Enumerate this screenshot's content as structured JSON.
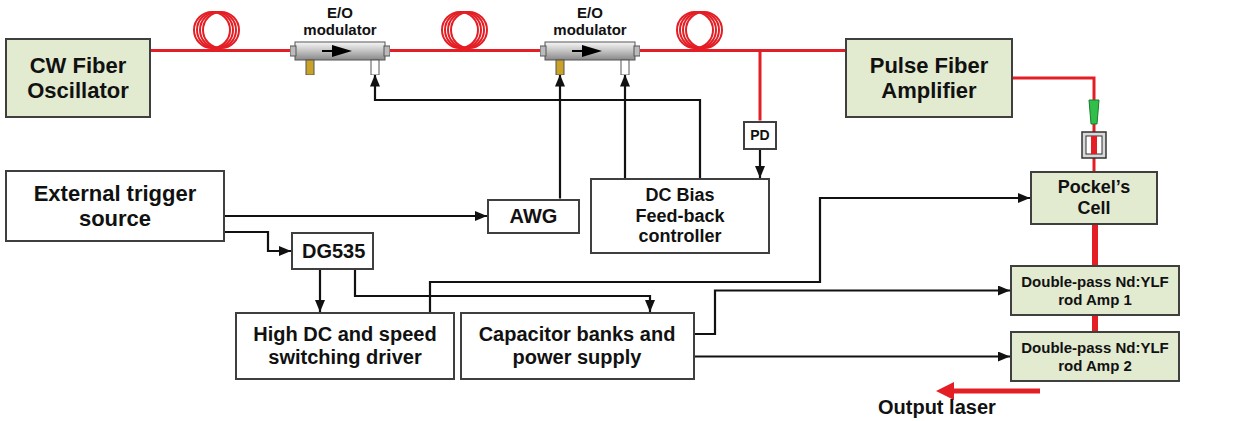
{
  "diagram": {
    "nodes": [
      {
        "text": [
          "CW Fiber Oscillator"
        ]
      },
      {
        "text": [
          "E/O modulator"
        ]
      },
      {
        "text": [
          "E/O modulator"
        ]
      },
      {
        "text": [
          "PD"
        ]
      },
      {
        "text": [
          "Pulse Fiber Amplifier"
        ]
      },
      {
        "text": [
          "External trigger source"
        ]
      },
      {
        "text": [
          "AWG"
        ]
      },
      {
        "text": [
          "DC Bias Feed-back controller"
        ]
      },
      {
        "text": [
          "DG535"
        ]
      },
      {
        "text": [
          "High DC and speed switching driver"
        ]
      },
      {
        "text": [
          "Capacitor banks and power supply"
        ]
      },
      {
        "text": [
          "Pockel’s Cell"
        ]
      },
      {
        "text": [
          "Double-pass Nd:YLF rod Amp 1"
        ]
      },
      {
        "text": [
          "Double-pass Nd:YLF rod Amp 2"
        ]
      }
    ],
    "edges": [
      {
        "from": 0,
        "to": 1,
        "arrow": "none"
      },
      {
        "from": 1,
        "to": 2,
        "arrow": "none"
      },
      {
        "from": 2,
        "to": 4,
        "arrow": "none"
      },
      {
        "from": 2,
        "to": 3,
        "arrow": "none"
      },
      {
        "from": 3,
        "to": 7,
        "arrow": "to"
      },
      {
        "from": 7,
        "to": 1,
        "arrow": "to"
      },
      {
        "from": 7,
        "to": 2,
        "arrow": "to"
      },
      {
        "from": 6,
        "to": 2,
        "arrow": "to"
      },
      {
        "from": 5,
        "to": 6,
        "arrow": "to"
      },
      {
        "from": 5,
        "to": 8,
        "arrow": "to"
      },
      {
        "from": 8,
        "to": 9,
        "arrow": "to"
      },
      {
        "from": 8,
        "to": 10,
        "arrow": "to"
      },
      {
        "from": 9,
        "to": 11,
        "arrow": "to"
      },
      {
        "from": 10,
        "to": 12,
        "arrow": "to"
      },
      {
        "from": 10,
        "to": 13,
        "arrow": "to"
      },
      {
        "from": 4,
        "to": 11,
        "arrow": "none"
      },
      {
        "from": 11,
        "to": 12,
        "arrow": "none"
      },
      {
        "from": 12,
        "to": 13,
        "arrow": "none"
      }
    ],
    "labels": [
      "Output laser"
    ]
  }
}
